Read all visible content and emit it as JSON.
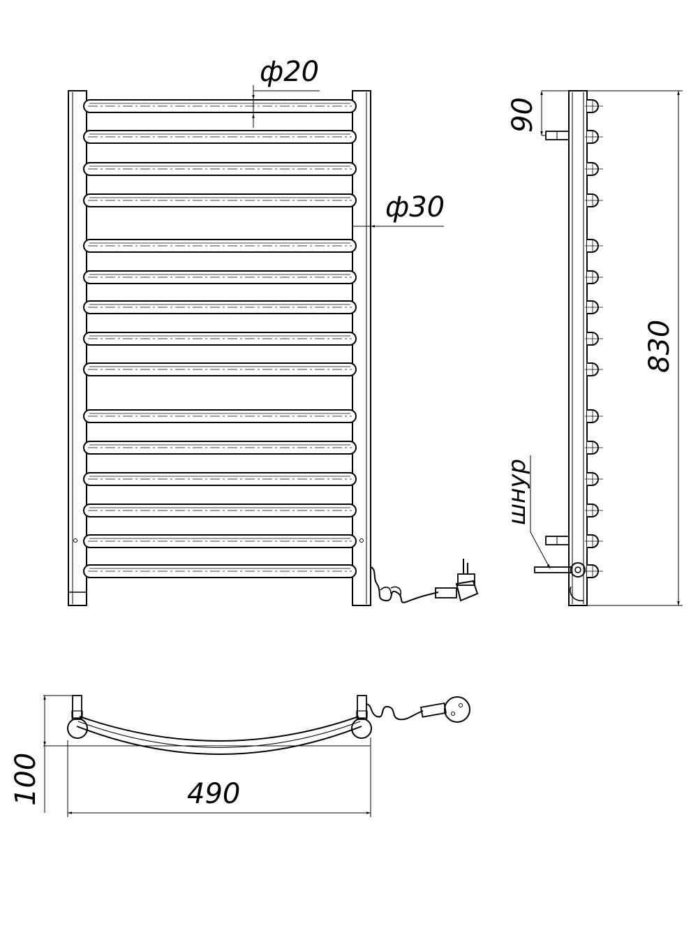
{
  "labels": {
    "bar_diameter": "ф20",
    "post_diameter": "ф30",
    "bracket_offset": "90",
    "total_height": "830",
    "cord": "шнур",
    "depth": "100",
    "width": "490"
  },
  "drawing": {
    "front_bar_count": 15,
    "side_bar_count": 15
  }
}
